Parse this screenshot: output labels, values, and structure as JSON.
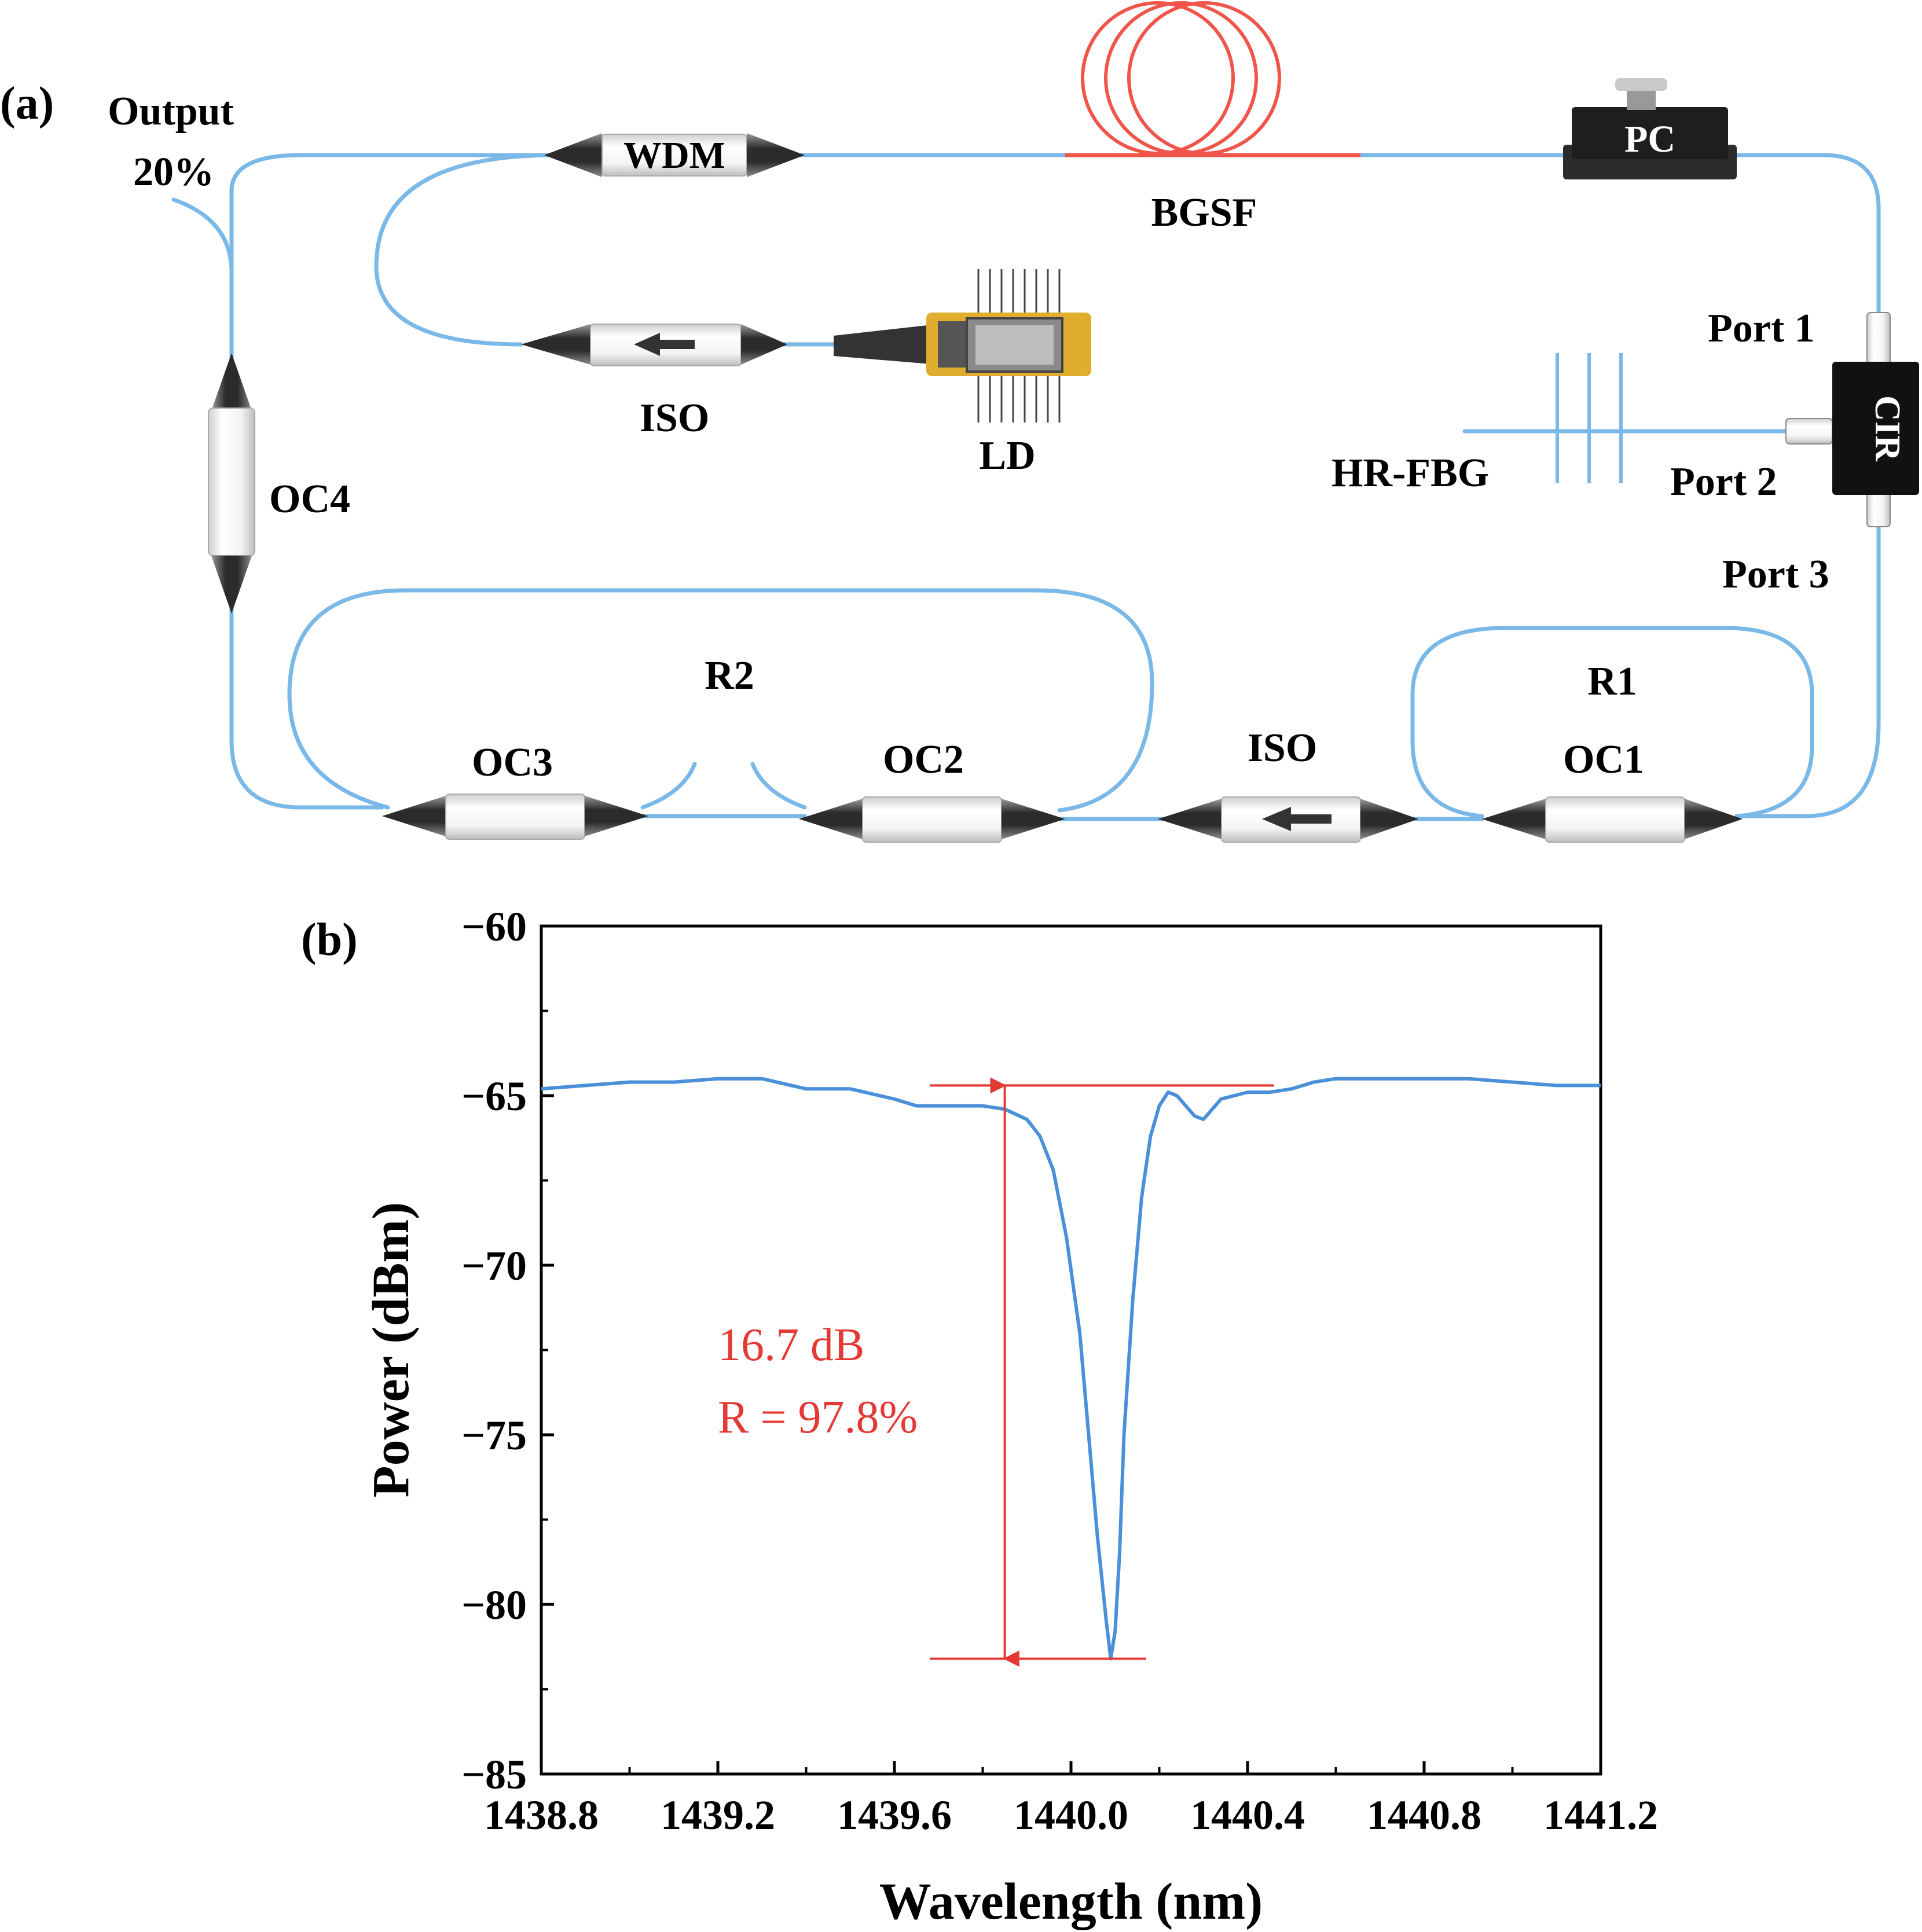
{
  "panel_a": {
    "panel_label": "(a)",
    "output_label": "Output",
    "output_ratio": "20%",
    "wdm_label": "WDM",
    "bgsf_label": "BGSF",
    "pc_label": "PC",
    "iso_top_label": "ISO",
    "ld_label": "LD",
    "oc4_label": "OC4",
    "port1_label": "Port 1",
    "port2_label": "Port 2",
    "port3_label": "Port 3",
    "cir_label": "CIR",
    "hrfbg_label": "HR-FBG",
    "r2_label": "R2",
    "r1_label": "R1",
    "oc3_label": "OC3",
    "oc2_label": "OC2",
    "iso_bottom_label": "ISO",
    "oc1_label": "OC1",
    "colors": {
      "fiber": "#7ab8e8",
      "gain_fiber": "#f0554a",
      "ld_gold": "#e0ad2e"
    }
  },
  "panel_b": {
    "panel_label": "(b)",
    "annotation_line1": "16.7 dB",
    "annotation_line2": "R = 97.8%",
    "annotation_color": "#e53935",
    "chart_data": {
      "type": "line",
      "xlabel": "Wavelength (nm)",
      "ylabel": "Power (dBm)",
      "xlim": [
        1438.8,
        1441.2
      ],
      "ylim": [
        -85,
        -60
      ],
      "x_ticks": [
        "1438.8",
        "1439.2",
        "1439.6",
        "1440.0",
        "1440.4",
        "1440.8",
        "1441.2"
      ],
      "y_ticks": [
        "−60",
        "−65",
        "−70",
        "−75",
        "−80",
        "−85"
      ],
      "y_tick_values": [
        -60,
        -65,
        -70,
        -75,
        -80,
        -85
      ],
      "x_tick_values": [
        1438.8,
        1439.2,
        1439.6,
        1440.0,
        1440.4,
        1440.8,
        1441.2
      ],
      "grid": false,
      "line_color": "#4a90d9",
      "series": [
        {
          "x": [
            1438.8,
            1438.9,
            1439.0,
            1439.1,
            1439.2,
            1439.3,
            1439.4,
            1439.5,
            1439.6,
            1439.65,
            1439.7,
            1439.75,
            1439.8,
            1439.85,
            1439.9,
            1439.93,
            1439.96,
            1439.99,
            1440.02,
            1440.04,
            1440.06,
            1440.08,
            1440.09,
            1440.1,
            1440.11,
            1440.12,
            1440.14,
            1440.16,
            1440.18,
            1440.2,
            1440.22,
            1440.24,
            1440.26,
            1440.28,
            1440.3,
            1440.32,
            1440.34,
            1440.37,
            1440.4,
            1440.45,
            1440.5,
            1440.55,
            1440.6,
            1440.7,
            1440.8,
            1440.9,
            1441.0,
            1441.1,
            1441.2
          ],
          "y": [
            -64.8,
            -64.7,
            -64.6,
            -64.6,
            -64.5,
            -64.5,
            -64.8,
            -64.8,
            -65.1,
            -65.3,
            -65.3,
            -65.3,
            -65.3,
            -65.4,
            -65.7,
            -66.2,
            -67.2,
            -69.2,
            -72.0,
            -75.0,
            -78.0,
            -80.5,
            -81.6,
            -80.8,
            -78.5,
            -75.0,
            -71.0,
            -68.0,
            -66.2,
            -65.3,
            -64.9,
            -65.0,
            -65.3,
            -65.6,
            -65.7,
            -65.4,
            -65.1,
            -65.0,
            -64.9,
            -64.9,
            -64.8,
            -64.6,
            -64.5,
            -64.5,
            -64.5,
            -64.5,
            -64.6,
            -64.7,
            -64.7
          ]
        }
      ],
      "annotations": {
        "top_level": -64.7,
        "bottom_level": -81.6,
        "arrow_x": 1439.85,
        "top_line_x": [
          1439.68,
          1440.46
        ],
        "bottom_line_x": [
          1439.68,
          1440.17
        ]
      }
    }
  }
}
